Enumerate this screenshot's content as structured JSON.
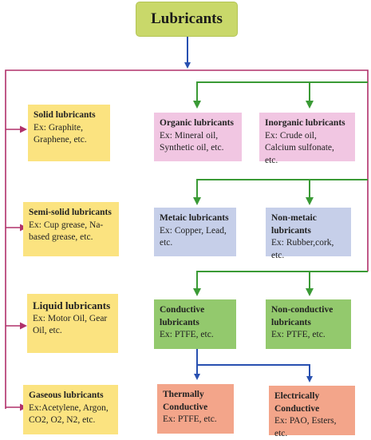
{
  "title": "Lubricants",
  "left": [
    {
      "title": "Solid lubricants",
      "desc": "Ex: Graphite, Graphene, etc."
    },
    {
      "title": "Semi-solid lubricants",
      "desc": "Ex: Cup grease, Na-based grease, etc."
    },
    {
      "title": "Liquid lubricants",
      "desc": "Ex: Motor Oil, Gear Oil, etc."
    },
    {
      "title": "Gaseous lubricants",
      "desc": "Ex:Acetylene, Argon, CO2, O2, N2, etc."
    }
  ],
  "organic": {
    "title": "Organic lubricants",
    "desc": "Ex: Mineral oil, Synthetic oil, etc."
  },
  "inorganic": {
    "title": "Inorganic lubricants",
    "desc": "Ex: Crude oil, Calcium sulfonate, etc."
  },
  "metalic": {
    "title": "Metaic lubricants",
    "desc": "Ex: Copper, Lead, etc."
  },
  "nonmetalic": {
    "title": "Non-metaic lubricants",
    "desc": "Ex: Rubber,cork, etc."
  },
  "conductive": {
    "title": "Conductive lubricants",
    "desc": "Ex: PTFE, etc."
  },
  "nonconductive": {
    "title": "Non-conductive lubricants",
    "desc": "Ex: PTFE, etc."
  },
  "thermal": {
    "title": "Thermally Conductive",
    "desc": "Ex: PTFE, etc."
  },
  "electrical": {
    "title": "Electrically Conductive",
    "desc": "Ex: PAO, Esters, etc."
  },
  "colors": {
    "magenta_connector": "#b0306a",
    "green_connector": "#3a9a35",
    "blue_connector": "#2850b0"
  }
}
